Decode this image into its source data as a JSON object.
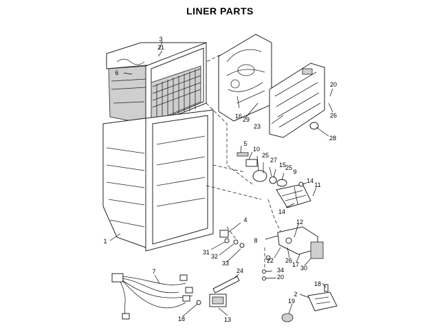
{
  "title": "LINER PARTS",
  "callouts": [
    "3",
    "21",
    "6",
    "20",
    "16",
    "29",
    "23",
    "26",
    "28",
    "5",
    "10",
    "25",
    "27",
    "15",
    "25",
    "9",
    "14",
    "11",
    "14",
    "4",
    "12",
    "8",
    "31",
    "32",
    "33",
    "26",
    "22",
    "17",
    "30",
    "34",
    "20",
    "1",
    "7",
    "24",
    "18",
    "2",
    "19",
    "18",
    "13"
  ]
}
